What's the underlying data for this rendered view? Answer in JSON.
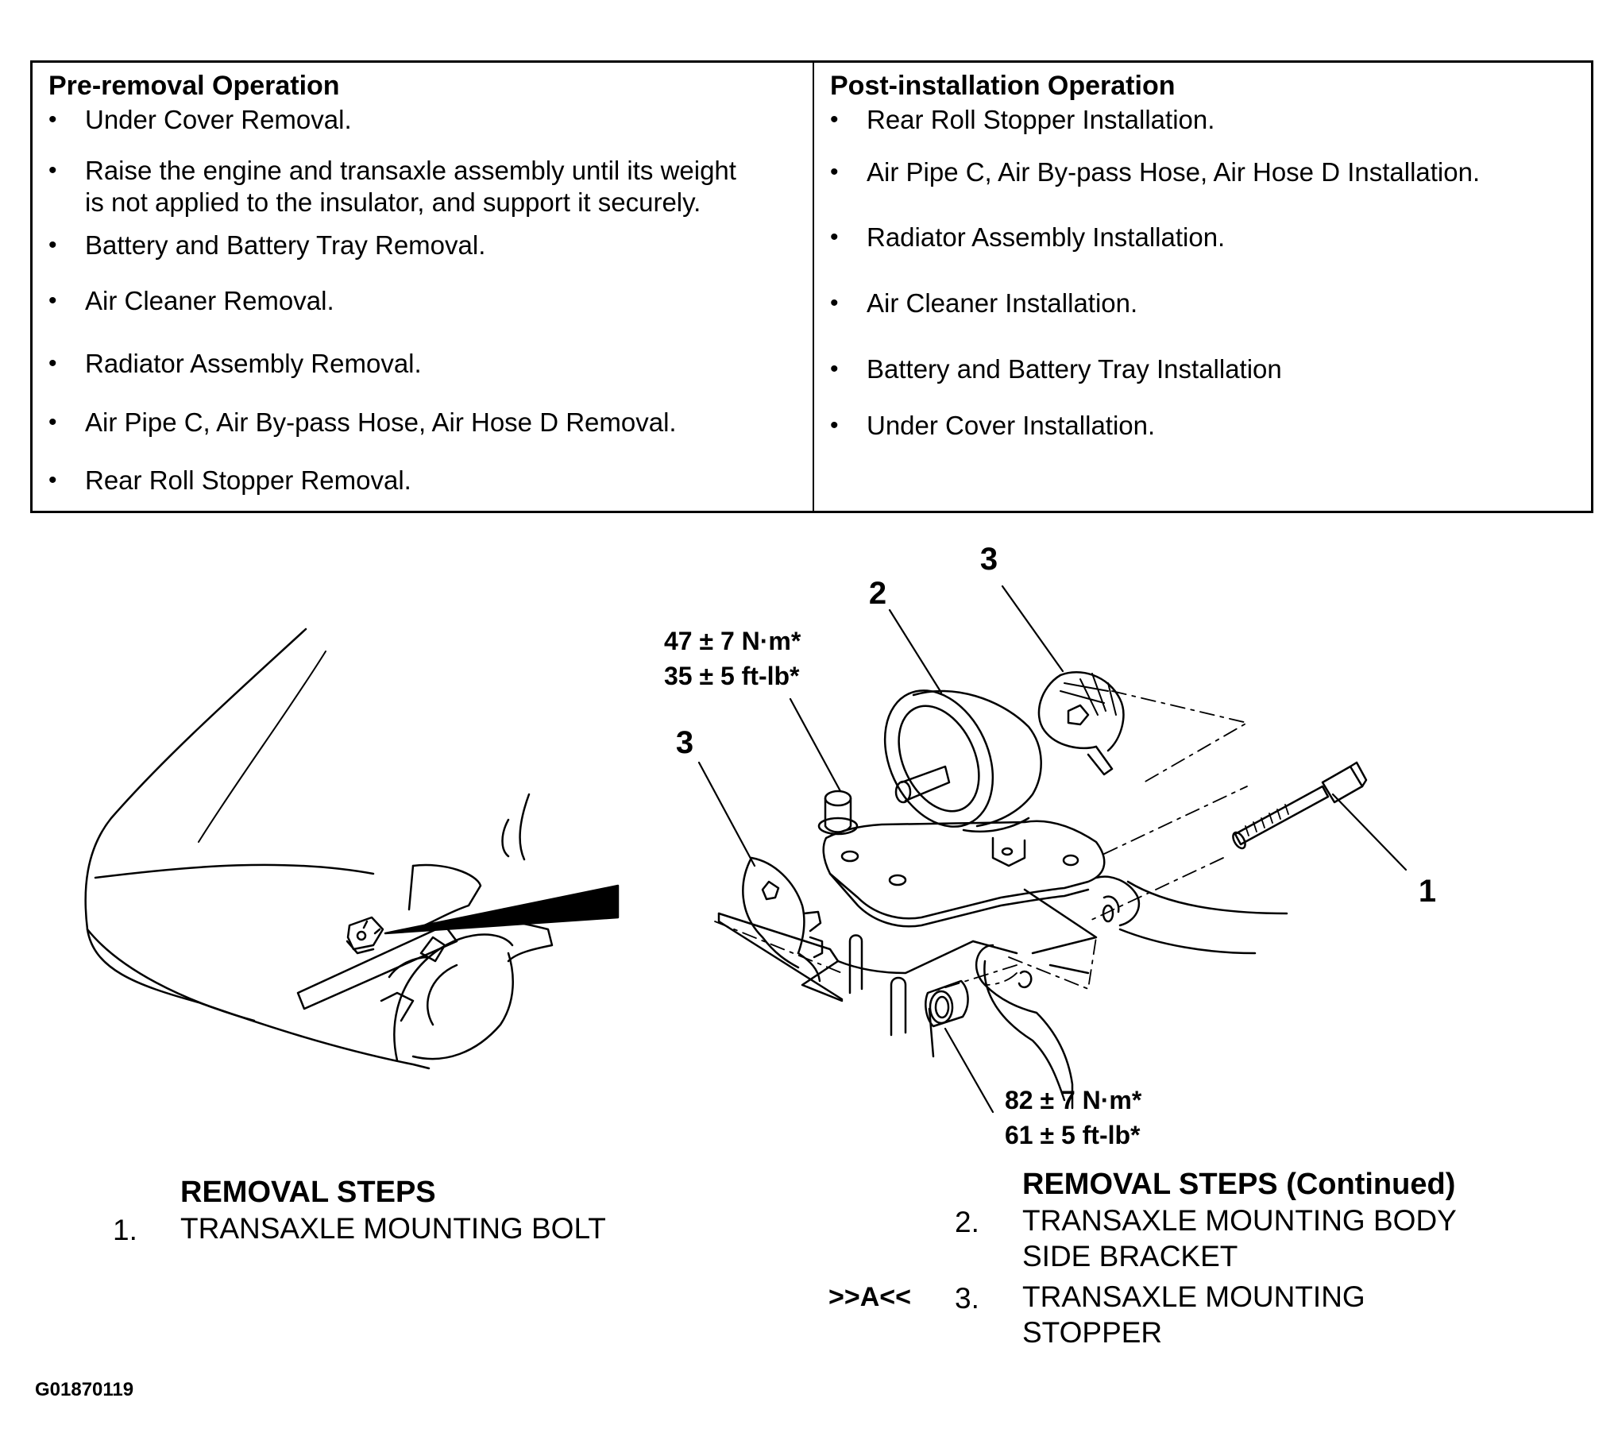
{
  "pre_removal": {
    "title": "Pre-removal Operation",
    "items": [
      "Under Cover Removal.",
      "Raise the engine and transaxle assembly until its weight is not applied to the insulator, and support it securely.",
      "Battery and Battery Tray Removal.",
      "Air Cleaner Removal.",
      "Radiator Assembly Removal.",
      "Air Pipe C, Air By-pass Hose, Air Hose D Removal.",
      "Rear Roll Stopper Removal."
    ],
    "item2_line1": "Raise the engine and transaxle assembly until its weight",
    "item2_line2": "is not applied to the insulator, and support it securely."
  },
  "post_installation": {
    "title": "Post-installation Operation",
    "items": [
      "Rear Roll Stopper Installation.",
      "Air Pipe C, Air By-pass Hose, Air Hose D Installation.",
      "Radiator Assembly Installation.",
      "Air Cleaner Installation.",
      "Battery and Battery Tray Installation",
      "Under Cover Installation."
    ]
  },
  "diagram": {
    "callouts": {
      "one": "1",
      "two": "2",
      "three_top": "3",
      "three_left": "3"
    },
    "torque_upper": {
      "nm": "47 ± 7 N·m*",
      "ftlb": "35 ± 5 ft-lb*"
    },
    "torque_lower": {
      "nm": "82 ± 7 N·m*",
      "ftlb": "61 ± 5 ft-lb*"
    }
  },
  "removal_steps": {
    "title": "REMOVAL STEPS",
    "steps": [
      {
        "num": "1.",
        "text": "TRANSAXLE MOUNTING BOLT"
      }
    ]
  },
  "removal_steps_continued": {
    "title": "REMOVAL STEPS (Continued)",
    "steps": [
      {
        "num": "2.",
        "mark": "",
        "line1": "TRANSAXLE MOUNTING BODY",
        "line2": "SIDE BRACKET"
      },
      {
        "num": "3.",
        "mark": ">>A<<",
        "line1": "TRANSAXLE MOUNTING",
        "line2": "STOPPER"
      }
    ]
  },
  "figure_code": "G01870119"
}
